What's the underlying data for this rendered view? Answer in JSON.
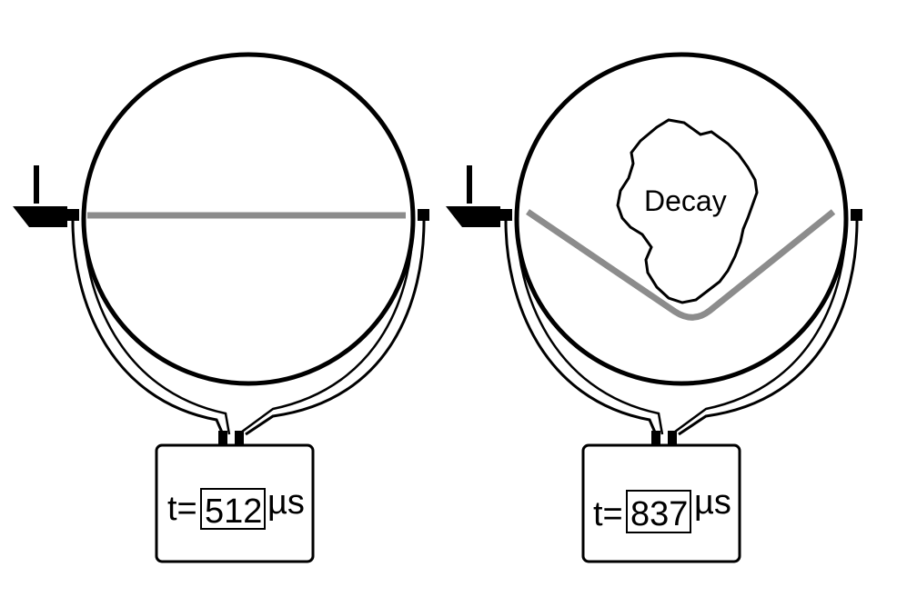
{
  "left_panel": {
    "readout_prefix": "t=",
    "readout_value": "512",
    "readout_unit": "µs",
    "sensor_left_icon": "sensor-hammer-icon",
    "path": "straight"
  },
  "right_panel": {
    "readout_prefix": "t=",
    "readout_value": "837",
    "readout_unit": "µs",
    "sensor_left_icon": "sensor-hammer-icon",
    "path": "deflected",
    "defect_label": "Decay"
  },
  "colors": {
    "outline": "#000000",
    "wave_path": "#8c8c8c",
    "background": "#ffffff"
  }
}
